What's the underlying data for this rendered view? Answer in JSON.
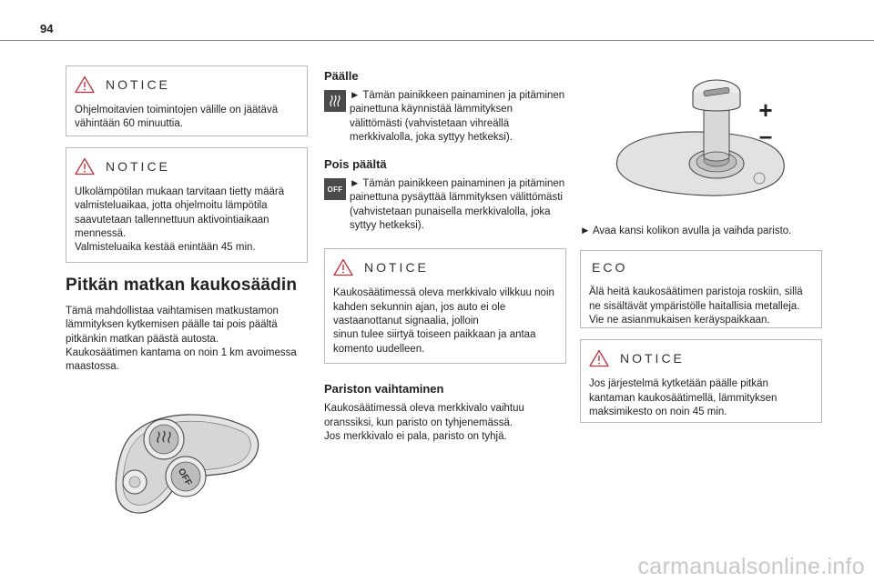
{
  "page": {
    "number": "94"
  },
  "col1": {
    "notice1": {
      "title": "NOTICE",
      "text": "Ohjelmoitavien toimintojen välille on jäätävä vähintään 60 minuuttia."
    },
    "notice2": {
      "title": "NOTICE",
      "text1": "Ulkolämpötilan mukaan tarvitaan tietty määrä valmisteluaikaa, jotta ohjelmoitu lämpötila saavutetaan tallennettuun aktivointiaikaan mennessä.",
      "text2": "Valmisteluaika kestää enintään 45 min."
    },
    "section": {
      "title": "Pitkän matkan kaukosäädin",
      "text1": "Tämä mahdollistaa vaihtamisen matkustamon lämmityksen kytkemisen päälle tai pois päältä pitkänkin matkan päästä autosta.",
      "text2": "Kaukosäätimen kantama on noin 1 km avoimessa maastossa."
    },
    "remote_image": {
      "button_label": "OFF"
    }
  },
  "col2": {
    "on": {
      "title": "Päälle",
      "text": "► Tämän painikkeen painaminen ja pitäminen painettuna käynnistää lämmityksen välittömästi (vahvistetaan vihreällä merkkivalolla, joka syttyy hetkeksi)."
    },
    "off": {
      "title": "Pois päältä",
      "icon_label": "OFF",
      "text": "► Tämän painikkeen painaminen ja pitäminen painettuna pysäyttää lämmityksen välittömästi (vahvistetaan punaisella merkkivalolla, joka syttyy hetkeksi)."
    },
    "notice": {
      "title": "NOTICE",
      "text1": "Kaukosäätimessä oleva merkkivalo vilkkuu noin kahden sekunnin ajan, jos auto ei ole vastaanottanut signaalia, jolloin",
      "text2": "sinun tulee siirtyä toiseen paikkaan ja antaa komento uudelleen."
    },
    "battery": {
      "title": "Pariston vaihtaminen",
      "text1": "Kaukosäätimessä oleva merkkivalo vaihtuu oranssiksi, kun paristo on tyhjenemässä.",
      "text2": "Jos merkkivalo ei pala, paristo on tyhjä."
    }
  },
  "col3": {
    "image": {
      "plus": "+",
      "minus": "–"
    },
    "caption": "► Avaa kansi kolikon avulla ja vaihda paristo.",
    "eco": {
      "title": "ECO",
      "text": "Älä heitä kaukosäätimen paristoja roskiin, sillä ne sisältävät ympäristölle haitallisia metalleja. Vie ne asianmukaisen keräyspaikkaan."
    },
    "notice": {
      "title": "NOTICE",
      "text": "Jos järjestelmä kytketään päälle pitkän kantaman kaukosäätimellä, lämmityksen maksimikesto on noin 45 min."
    }
  },
  "footer": {
    "watermark": "carmanualsonline.info"
  },
  "colors": {
    "warning": "#c0303a",
    "text": "#222222",
    "border": "#b9b9b9",
    "icon_bg": "#4a4a4a"
  }
}
